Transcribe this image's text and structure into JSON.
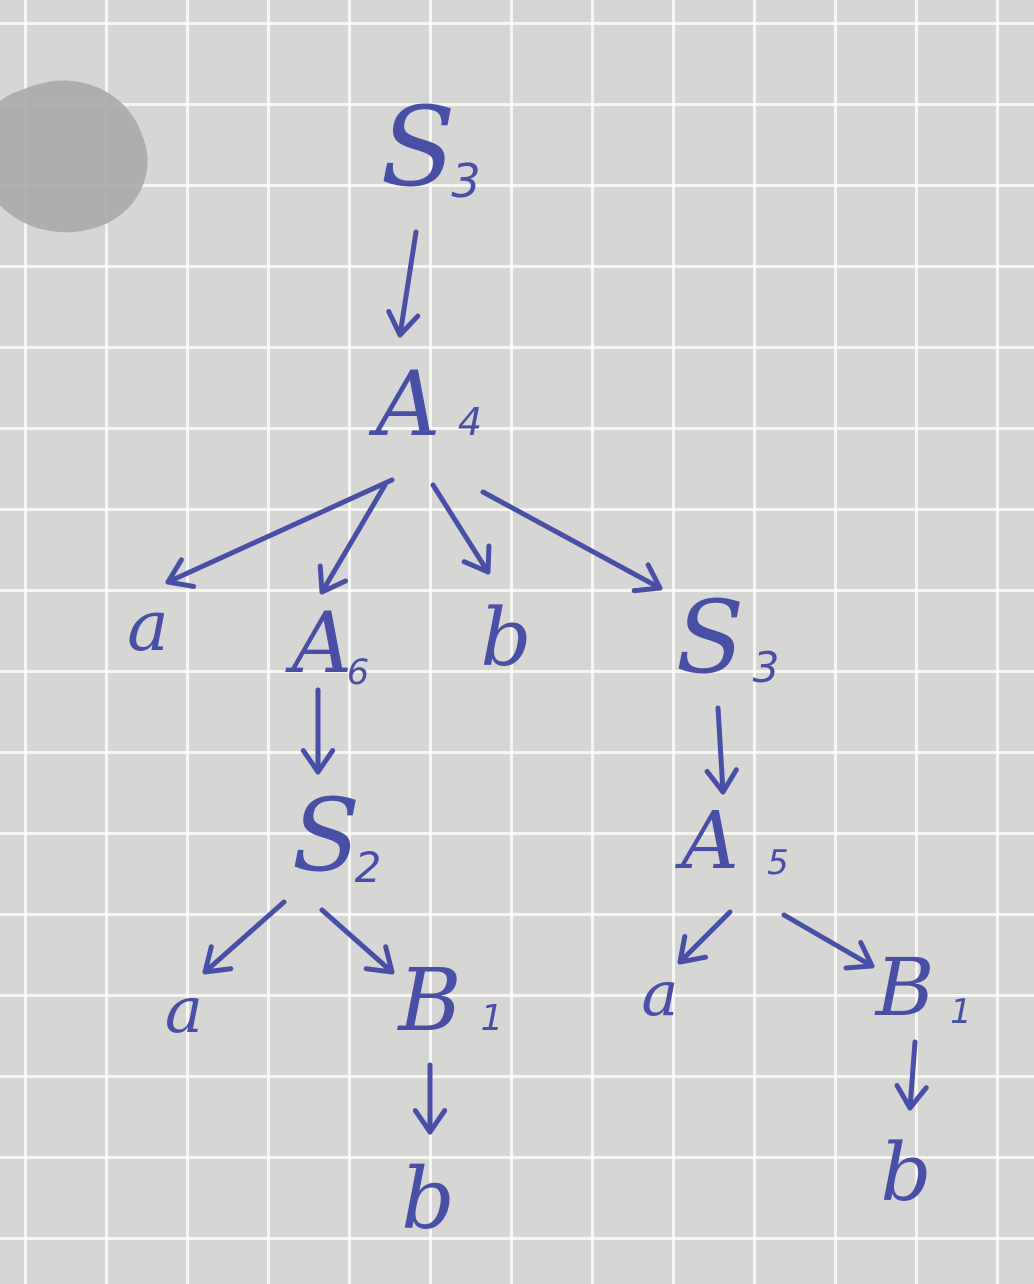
{
  "diagram": {
    "ink_color": "#4a4fa6",
    "paper_color": "#d6d7d4",
    "nodes": [
      {
        "id": "S3-root",
        "label": "S",
        "sub": "3"
      },
      {
        "id": "A4",
        "label": "A",
        "sub": "4"
      },
      {
        "id": "a-left",
        "label": "a",
        "sub": ""
      },
      {
        "id": "A6",
        "label": "A",
        "sub": "6"
      },
      {
        "id": "b-mid",
        "label": "b",
        "sub": ""
      },
      {
        "id": "S3-right",
        "label": "S",
        "sub": "3"
      },
      {
        "id": "S2",
        "label": "S",
        "sub": "2"
      },
      {
        "id": "A5",
        "label": "A",
        "sub": "5"
      },
      {
        "id": "a-s2",
        "label": "a",
        "sub": ""
      },
      {
        "id": "B1-left",
        "label": "B",
        "sub": "1"
      },
      {
        "id": "a-a5",
        "label": "a",
        "sub": ""
      },
      {
        "id": "B1-right",
        "label": "B",
        "sub": "1"
      },
      {
        "id": "b-left-leaf",
        "label": "b",
        "sub": ""
      },
      {
        "id": "b-right-leaf",
        "label": "b",
        "sub": ""
      }
    ],
    "edges": [
      {
        "from": "S3-root",
        "to": "A4"
      },
      {
        "from": "A4",
        "to": "a-left"
      },
      {
        "from": "A4",
        "to": "A6"
      },
      {
        "from": "A4",
        "to": "b-mid"
      },
      {
        "from": "A4",
        "to": "S3-right"
      },
      {
        "from": "A6",
        "to": "S2"
      },
      {
        "from": "S3-right",
        "to": "A5"
      },
      {
        "from": "S2",
        "to": "a-s2"
      },
      {
        "from": "S2",
        "to": "B1-left"
      },
      {
        "from": "A5",
        "to": "a-a5"
      },
      {
        "from": "A5",
        "to": "B1-right"
      },
      {
        "from": "B1-left",
        "to": "b-left-leaf"
      },
      {
        "from": "B1-right",
        "to": "b-right-leaf"
      }
    ]
  }
}
